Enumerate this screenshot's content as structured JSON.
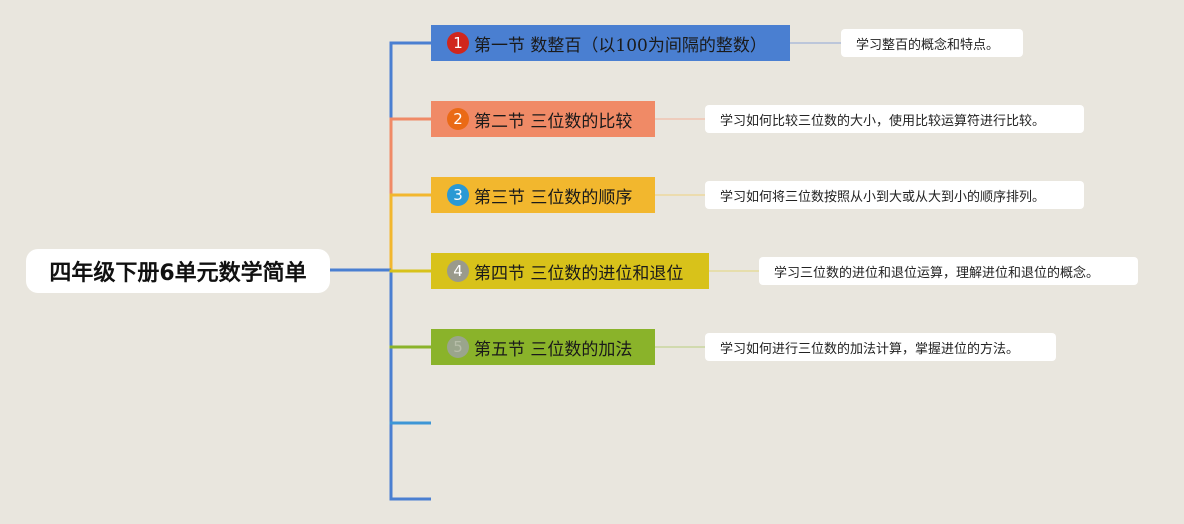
{
  "root": {
    "title": "四年级下册6单元数学简单"
  },
  "topics": [
    {
      "number": "1",
      "title": "第一节 数整百（以100为间隔的整数）",
      "note": "学习整百的概念和特点。",
      "color": "#4a7fd1",
      "badge_bg": "#d0261c",
      "badge_fg": "#ffffff",
      "link_color": "#8ea7d6"
    },
    {
      "number": "2",
      "title": "第二节 三位数的比较",
      "note": "学习如何比较三位数的大小，使用比较运算符进行比较。",
      "color": "#f08a66",
      "badge_bg": "#ea6a16",
      "badge_fg": "#ffffff",
      "link_color": "#f3b39b"
    },
    {
      "number": "3",
      "title": "第三节 三位数的顺序",
      "note": "学习如何将三位数按照从小到大或从大到小的顺序排列。",
      "color": "#f2b72e",
      "badge_bg": "#2a99d4",
      "badge_fg": "#ffffff",
      "link_color": "#efd27d"
    },
    {
      "number": "4",
      "title": "第四节 三位数的进位和退位",
      "note": "学习三位数的进位和退位运算，理解进位和退位的概念。",
      "color": "#d8c21a",
      "badge_bg": "#9a9a8c",
      "badge_fg": "#ffffff",
      "link_color": "#e3d679"
    },
    {
      "number": "5",
      "title": "第五节 三位数的加法",
      "note": "学习如何进行三位数的加法计算，掌握进位的方法。",
      "color": "#8ab32a",
      "badge_bg": "#9aa58c",
      "badge_fg": "#b6bda8",
      "link_color": "#b9cf7d"
    }
  ],
  "colors": {
    "background": "#e9e6de",
    "trunk": "#4a7fd1",
    "empty_branch_1": "#3d96d6",
    "empty_branch_2": "#4a7fd1"
  }
}
